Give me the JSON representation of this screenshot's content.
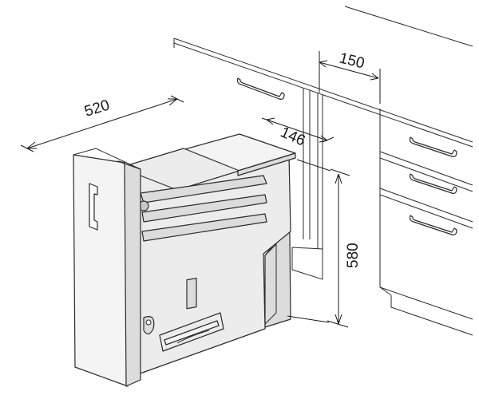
{
  "dimensions": {
    "width_label": "520",
    "depth_label": "146",
    "gap_label": "150",
    "height_label": "580"
  }
}
